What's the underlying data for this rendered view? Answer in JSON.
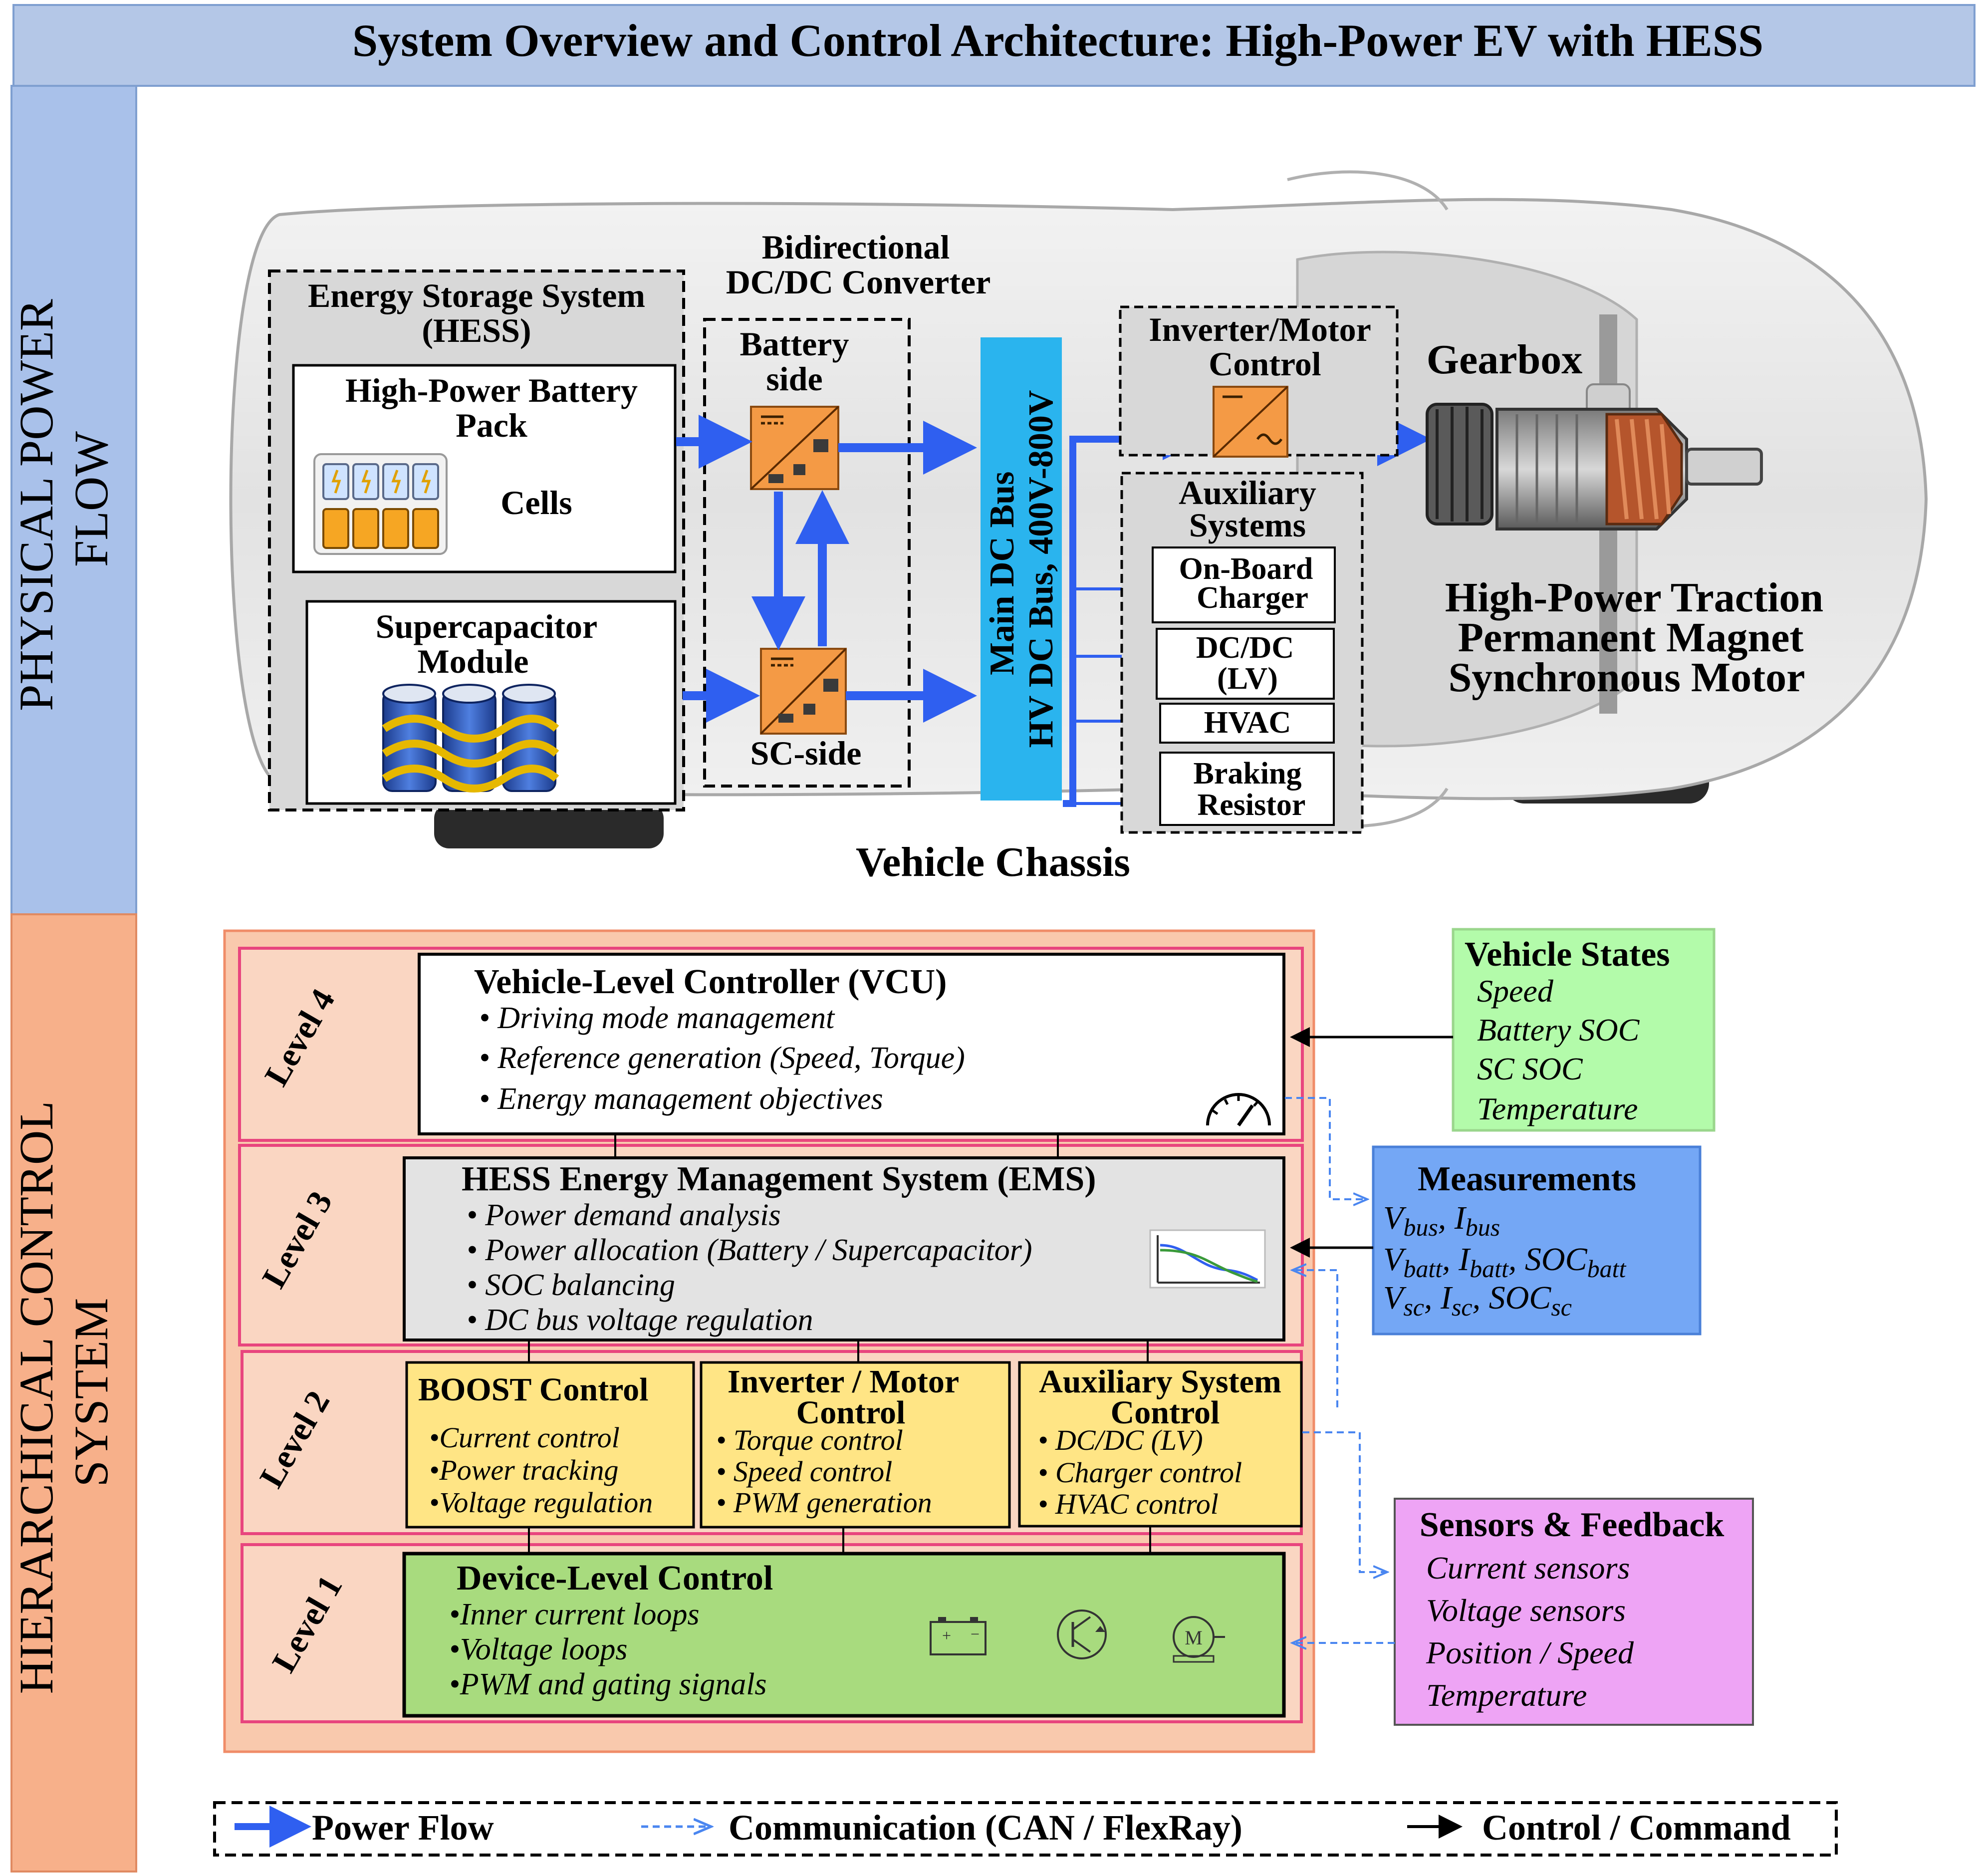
{
  "title": "System Overview and Control Architecture: High-Power EV with HESS",
  "left_bands": {
    "physical": "PHYSICAL POWER FLOW",
    "hierarchical": "HIERARCHICAL CONTROL SYSTEM"
  },
  "physical": {
    "ess_title_1": "Energy Storage System",
    "ess_title_2": "(HESS)",
    "battery_title_1": "High-Power Battery",
    "battery_title_2": "Pack",
    "cells_label": "Cells",
    "supercap_title_1": "Supercapacitor",
    "supercap_title_2": "Module",
    "dcdc_title_1": "Bidirectional",
    "dcdc_title_2": "DC/DC Converter",
    "battery_side_1": "Battery",
    "battery_side_2": "side",
    "sc_side": "SC-side",
    "bus_line_1": "Main DC Bus",
    "bus_line_2": "HV DC Bus, 400V-800V",
    "inverter_title_1": "Inverter/Motor",
    "inverter_title_2": "Control",
    "gearbox": "Gearbox",
    "aux_title_1": "Auxiliary",
    "aux_title_2": "Systems",
    "aux_onboard_1": "On-Board",
    "aux_onboard_2": "Charger",
    "aux_dcdc_1": "DC/DC",
    "aux_dcdc_2": "(LV)",
    "aux_hvac": "HVAC",
    "aux_braking_1": "Braking",
    "aux_braking_2": "Resistor",
    "motor_line_1": "High-Power Traction",
    "motor_line_2": "Permanent Magnet",
    "motor_line_3": "Synchronous Motor",
    "chassis": "Vehicle Chassis"
  },
  "control": {
    "levels": [
      "Level 4",
      "Level 3",
      "Level 2",
      "Level 1"
    ],
    "vcu": {
      "title": "Vehicle-Level Controller (VCU)",
      "items": [
        "Driving mode management",
        "Reference generation (Speed, Torque)",
        "Energy management objectives"
      ]
    },
    "ems": {
      "title": "HESS Energy Management System (EMS)",
      "items": [
        "Power demand analysis",
        "Power allocation (Battery / Supercapacitor)",
        "SOC balancing",
        "DC bus voltage regulation"
      ]
    },
    "boost": {
      "title": "BOOST Control",
      "items": [
        "Current control",
        "Power tracking",
        "Voltage regulation"
      ]
    },
    "inverter": {
      "title_1": "Inverter / Motor",
      "title_2": "Control",
      "items": [
        "Torque control",
        "Speed control",
        "PWM generation"
      ]
    },
    "aux": {
      "title_1": "Auxiliary System",
      "title_2": "Control",
      "items": [
        "DC/DC (LV)",
        "Charger control",
        "HVAC control"
      ]
    },
    "device": {
      "title": "Device-Level Control",
      "items": [
        "Inner current loops",
        "Voltage loops",
        "PWM and gating signals"
      ],
      "motor_glyph": "M"
    }
  },
  "side_boxes": {
    "vehicle_states": {
      "title": "Vehicle States",
      "items": [
        "Speed",
        "Battery SOC",
        "SC SOC",
        "Temperature"
      ]
    },
    "measurements": {
      "title": "Measurements"
    },
    "sensors": {
      "title": "Sensors & Feedback",
      "items": [
        "Current sensors",
        "Voltage sensors",
        "Position / Speed",
        "Temperature"
      ]
    }
  },
  "legend": {
    "power_flow": "Power Flow",
    "communication": "Communication (CAN / FlexRay)",
    "control": "Control / Command"
  },
  "colors": {
    "title_band": "#b4c7e7",
    "physical_band": "#a9c1ea",
    "hier_band": "#f7b08a",
    "power_arrow": "#2f5ff0",
    "bus_bar": "#2ab4ee",
    "converter": "#f49a45",
    "control_panel": "#f9c9ad",
    "level_border": "#e8457e",
    "yellow_box": "#ffe585",
    "device_green": "#a8db7e",
    "vehicle_states": "#b3fbaa",
    "measurements": "#74a7f5",
    "sensors": "#eea4f5"
  }
}
